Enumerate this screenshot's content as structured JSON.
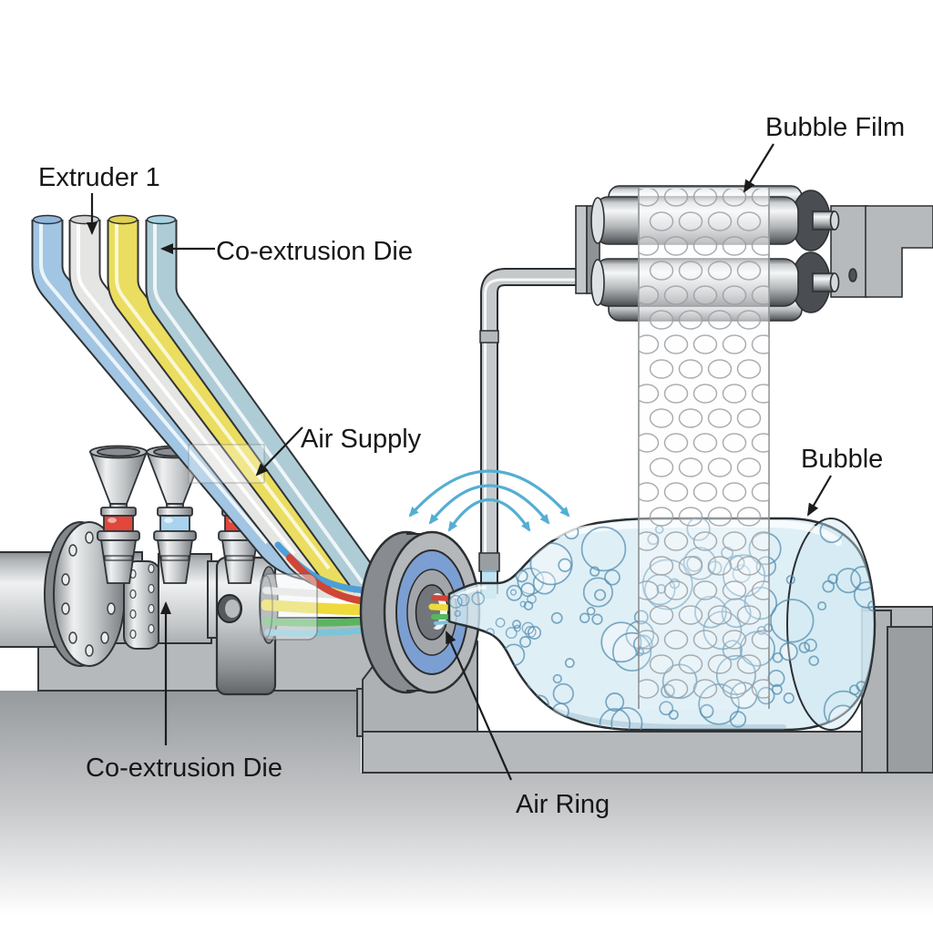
{
  "labels": {
    "extruder": "Extruder 1",
    "coextrusion_die_top": "Co-extrusion Die",
    "air_supply": "Air Supply",
    "bubble_film": "Bubble Film",
    "bubble": "Bubble",
    "coextrusion_die_bottom": "Co-extrusion Die",
    "air_ring": "Air Ring"
  },
  "palette": {
    "tube_blue": "#a8cdec",
    "tube_white": "#efefed",
    "tube_yellow": "#f4e762",
    "tube_cyan": "#c4e7f2",
    "stream_red": "#cf4536",
    "stream_yellow": "#eeda3c",
    "stream_green": "#59b65f",
    "stream_cyan": "#7cc4d9",
    "stream_blue": "#4f9ed8",
    "stream_white": "#e3e2de",
    "hopper_band_1": "#e2473b",
    "hopper_band_2": "#a9d3ee",
    "hopper_band_3": "#e2473b",
    "die_ring_blue": "#7b9fd3",
    "bubble_fill": "#d6ebf3",
    "bubble_stroke": "#568fb0",
    "film_circle_stroke": "#9ba0a3",
    "air_arc_blue": "#55aed3",
    "leader_black": "#1c1c1c",
    "metal_mid": "#b6b9bb",
    "floor_gray": "#9a9da0"
  }
}
